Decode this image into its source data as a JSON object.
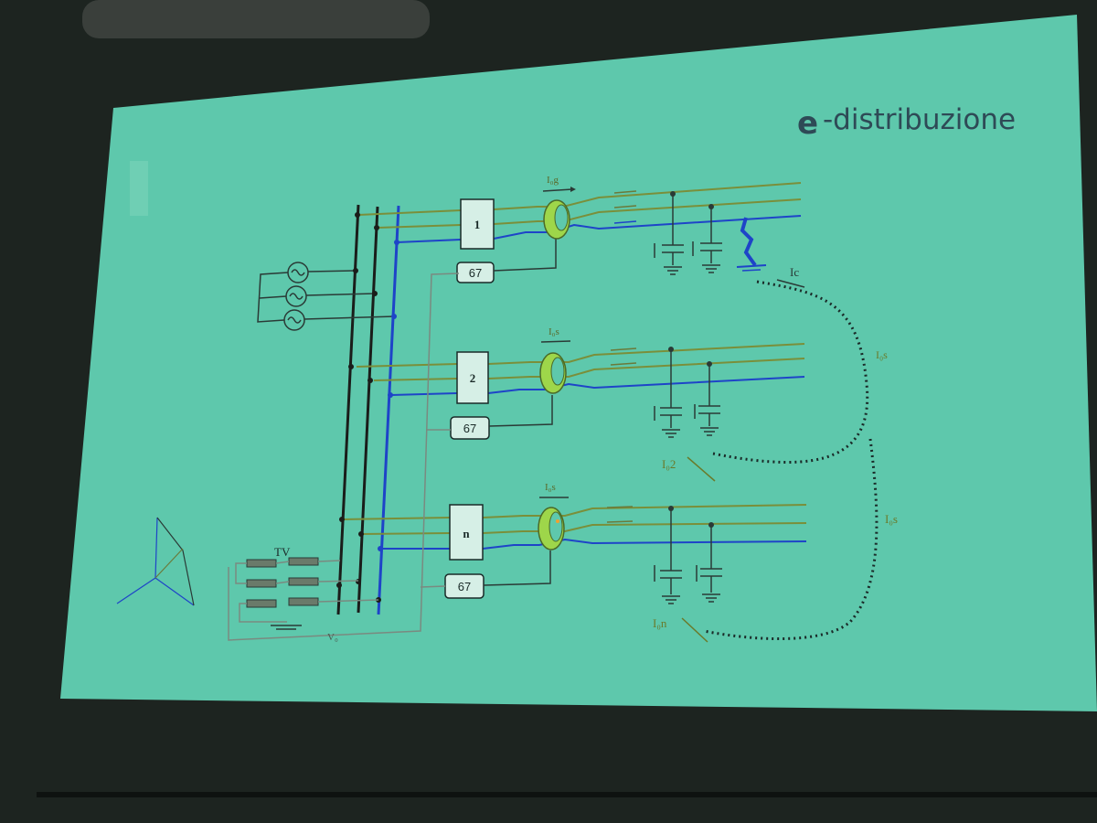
{
  "slide": {
    "brand": {
      "logo_glyph": "e",
      "logo_text": "-distribuzione"
    },
    "diagram": {
      "feeders": [
        {
          "id": "1",
          "relay": "67",
          "ct_current": "I₀g"
        },
        {
          "id": "2",
          "relay": "67",
          "ct_current": "I₀s",
          "return_current": "I₀2"
        },
        {
          "id": "n",
          "relay": "67",
          "ct_current": "I₀s",
          "return_current": "I₀n"
        }
      ],
      "fault_current": "Ic",
      "loop_labels": [
        "I₀s",
        "I₀s"
      ],
      "vt_label": "TV",
      "vt_voltage": "V₀"
    },
    "colors": {
      "slide_bg": "#5ec8ac",
      "screen_bg": "#1d2420",
      "phase_line": "#7a8f3a",
      "neutral_line": "#1e44c8",
      "busbar": "#1a1d1a",
      "box": "#1a2a28",
      "ct_ring": "#9ed64a"
    }
  }
}
